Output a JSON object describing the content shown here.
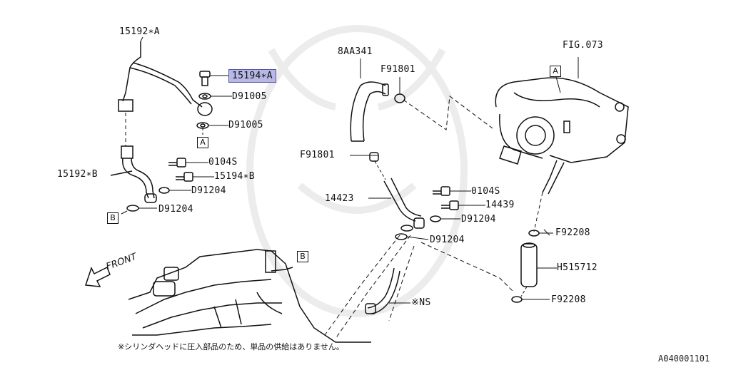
{
  "parts": {
    "p15192a": "15192∗A",
    "p15194a": "15194∗A",
    "d91005_1": "D91005",
    "d91005_2": "D91005",
    "p0104s_1": "0104S",
    "p15194b": "15194∗B",
    "p15192b": "15192∗B",
    "d91204_1": "D91204",
    "d91204_2": "D91204",
    "p8aa341": "8AA341",
    "f91801_1": "F91801",
    "f91801_2": "F91801",
    "p14423": "14423",
    "p0104s_2": "0104S",
    "p14439": "14439",
    "d91204_3": "D91204",
    "d91204_4": "D91204",
    "fig073": "FIG.073",
    "f92208_1": "F92208",
    "h515712": "H515712",
    "f92208_2": "F92208",
    "ns": "※NS"
  },
  "refs": {
    "a1": "A",
    "a2": "A",
    "b1": "B",
    "b2": "B"
  },
  "front_label": "FRONT",
  "footnote": "※シリンダヘッドに圧入部品のため、単品の供給はありません。",
  "diagram_code": "A040001101",
  "colors": {
    "highlight": "#b8b8e6",
    "line": "#111111"
  }
}
